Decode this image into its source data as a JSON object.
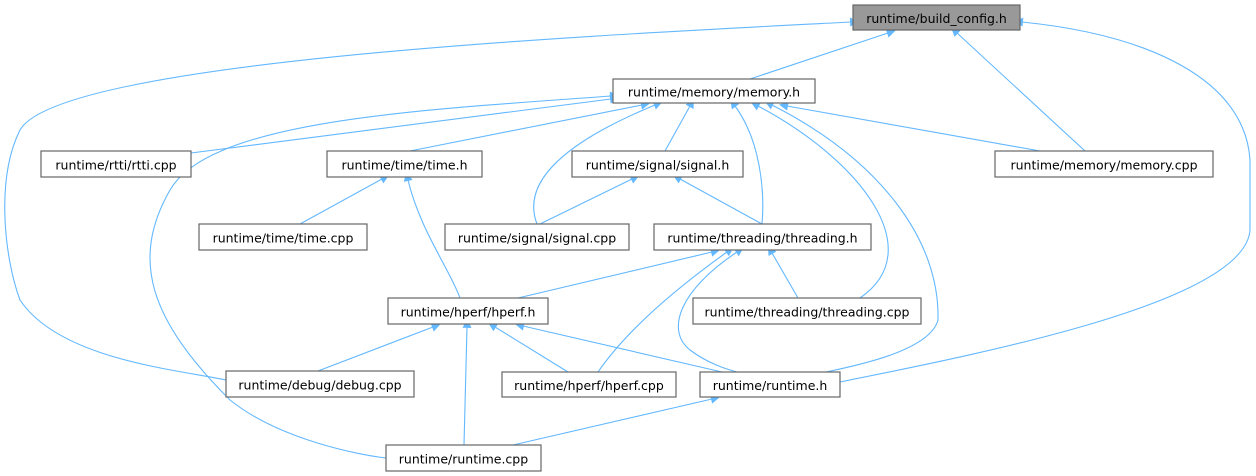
{
  "graph": {
    "type": "include-dependency-graph",
    "edge_color": "#63b8ff",
    "current_node_fill": "#999999",
    "nodes": {
      "build_config_h": "runtime/build_config.h",
      "memory_h": "runtime/memory/memory.h",
      "rtti_cpp": "runtime/rtti/rtti.cpp",
      "time_h": "runtime/time/time.h",
      "signal_h": "runtime/signal/signal.h",
      "memory_cpp": "runtime/memory/memory.cpp",
      "time_cpp": "runtime/time/time.cpp",
      "signal_cpp": "runtime/signal/signal.cpp",
      "threading_h": "runtime/threading/threading.h",
      "hperf_h": "runtime/hperf/hperf.h",
      "threading_cpp": "runtime/threading/threading.cpp",
      "debug_cpp": "runtime/debug/debug.cpp",
      "hperf_cpp": "runtime/hperf/hperf.cpp",
      "runtime_h": "runtime/runtime.h",
      "runtime_cpp": "runtime/runtime.cpp"
    },
    "edges": [
      [
        "build_config_h",
        "memory_h"
      ],
      [
        "build_config_h",
        "debug_cpp"
      ],
      [
        "build_config_h",
        "memory_cpp"
      ],
      [
        "build_config_h",
        "runtime_h"
      ],
      [
        "memory_h",
        "rtti_cpp"
      ],
      [
        "memory_h",
        "runtime_cpp"
      ],
      [
        "memory_h",
        "time_h"
      ],
      [
        "memory_h",
        "signal_cpp"
      ],
      [
        "memory_h",
        "signal_h"
      ],
      [
        "memory_h",
        "threading_h"
      ],
      [
        "memory_h",
        "threading_cpp"
      ],
      [
        "memory_h",
        "runtime_h"
      ],
      [
        "memory_h",
        "memory_cpp"
      ],
      [
        "time_h",
        "time_cpp"
      ],
      [
        "time_h",
        "hperf_h"
      ],
      [
        "signal_h",
        "signal_cpp"
      ],
      [
        "signal_h",
        "threading_h"
      ],
      [
        "threading_h",
        "hperf_h"
      ],
      [
        "threading_h",
        "threading_cpp"
      ],
      [
        "threading_h",
        "hperf_cpp"
      ],
      [
        "threading_h",
        "runtime_h"
      ],
      [
        "hperf_h",
        "debug_cpp"
      ],
      [
        "hperf_h",
        "runtime_cpp"
      ],
      [
        "hperf_h",
        "hperf_cpp"
      ],
      [
        "hperf_h",
        "runtime_h"
      ],
      [
        "runtime_h",
        "runtime_cpp"
      ]
    ]
  }
}
